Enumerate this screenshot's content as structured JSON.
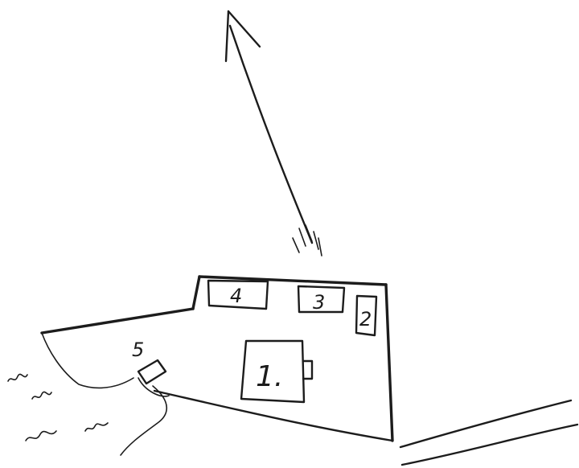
{
  "colors": {
    "ink": "#1c1c1c",
    "paper": "#ffffff"
  },
  "labels": {
    "box_1": "1.",
    "box_2": "2",
    "box_3": "3",
    "box_4": "4",
    "marker_5": "5"
  },
  "icons": {
    "north_arrow": "north-arrow-icon",
    "grass": "grass-tuft-icon"
  }
}
